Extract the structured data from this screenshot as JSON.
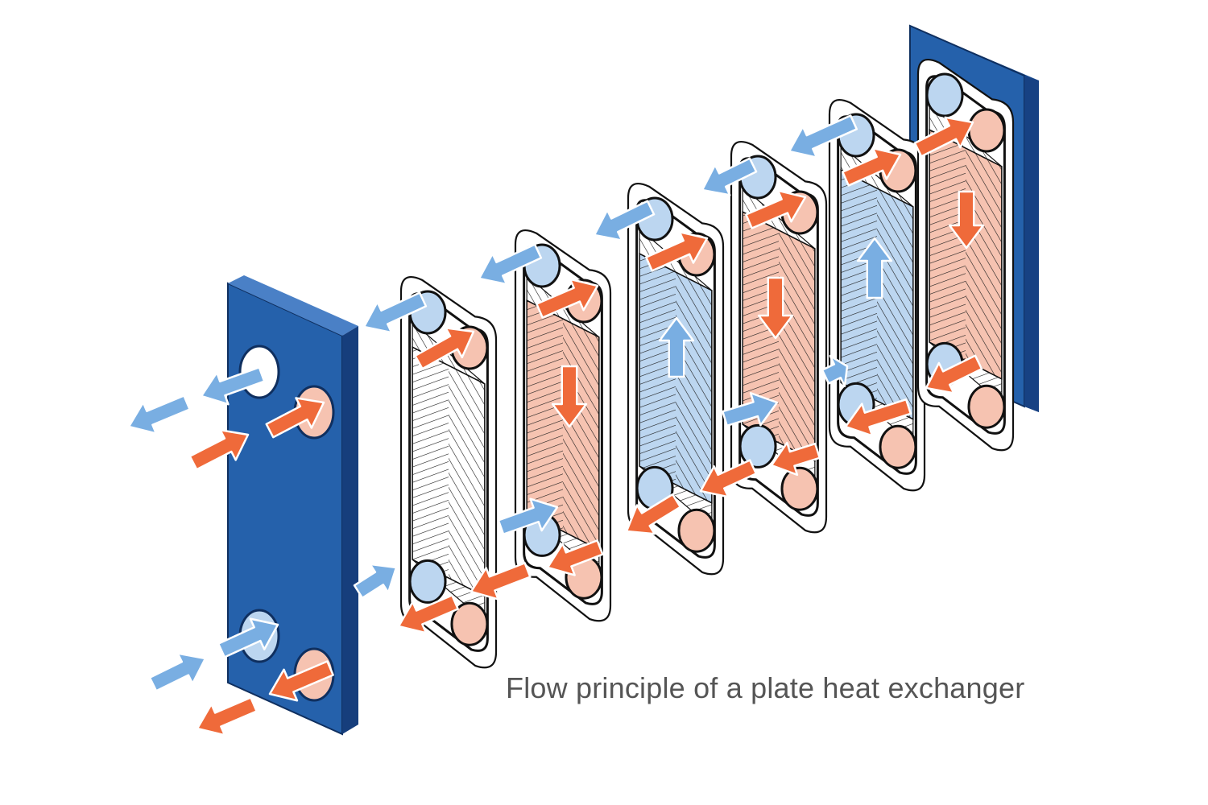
{
  "caption": "Flow principle of a plate heat exchanger",
  "colors": {
    "frame_blue": "#2561ab",
    "frame_edge": "#0f2f5f",
    "cold_fluid": "#79aee2",
    "cold_fluid_light": "#bcd6f0",
    "hot_fluid": "#ef6a3a",
    "hot_fluid_light": "#f6c3b1",
    "outline": "#111111"
  },
  "plates": [
    {
      "name": "plate-1",
      "fill": "none"
    },
    {
      "name": "plate-2",
      "fill": "hot"
    },
    {
      "name": "plate-3",
      "fill": "cold"
    },
    {
      "name": "plate-4",
      "fill": "hot"
    },
    {
      "name": "plate-5",
      "fill": "cold"
    },
    {
      "name": "plate-6",
      "fill": "hot"
    }
  ]
}
